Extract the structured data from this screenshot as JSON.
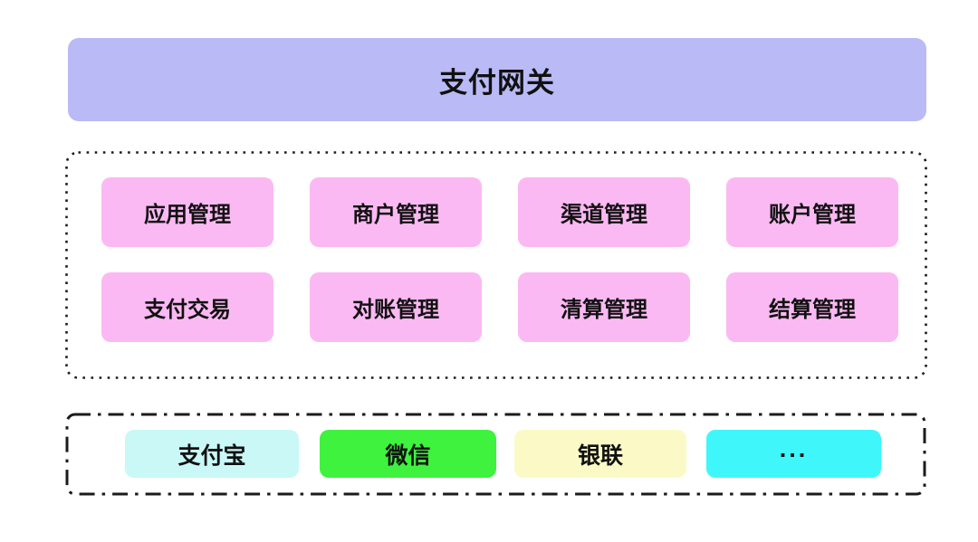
{
  "banner": {
    "title": "支付网关",
    "bg": "#babaf6"
  },
  "modules": {
    "bg": "#fbb9f3",
    "items": [
      {
        "label": "应用管理"
      },
      {
        "label": "商户管理"
      },
      {
        "label": "渠道管理"
      },
      {
        "label": "账户管理"
      },
      {
        "label": "支付交易"
      },
      {
        "label": "对账管理"
      },
      {
        "label": "清算管理"
      },
      {
        "label": "结算管理"
      }
    ]
  },
  "channels": {
    "items": [
      {
        "label": "支付宝",
        "bg": "#c9f8f7"
      },
      {
        "label": "微信",
        "bg": "#3ef23e"
      },
      {
        "label": "银联",
        "bg": "#fbfac6"
      },
      {
        "label": "...",
        "bg": "#3ff7fa"
      }
    ]
  },
  "colors": {
    "border": "#1b1b1b",
    "text": "#111111",
    "background": "#ffffff"
  }
}
